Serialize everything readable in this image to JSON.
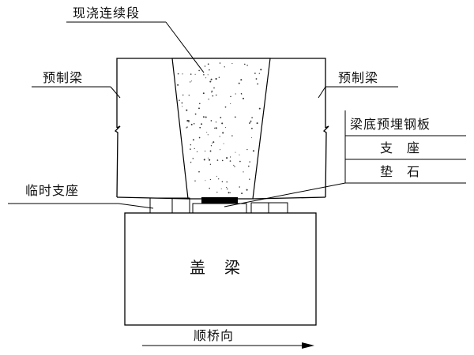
{
  "labels": {
    "cast_in_place_segment": "现浇连续段",
    "precast_beam_left": "预制梁",
    "precast_beam_right": "预制梁",
    "embedded_steel_plate": "梁底预埋钢板",
    "bearing": "支　座",
    "bearing_pad_stone": "垫　石",
    "temporary_support": "临时支座",
    "cap_beam": "盖　梁",
    "bridge_direction": "顺桥向"
  }
}
